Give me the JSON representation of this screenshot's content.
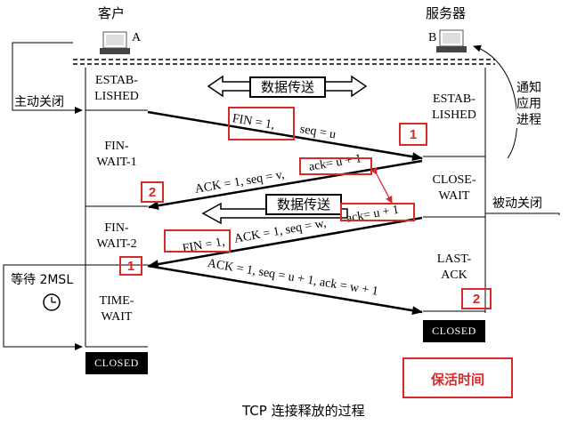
{
  "header": {
    "client_label": "客户",
    "server_label": "服务器",
    "client_id": "A",
    "server_id": "B"
  },
  "client_states": {
    "established": "ESTAB-\nLISHED",
    "fin_wait_1": "FIN-\nWAIT-1",
    "fin_wait_2": "FIN-\nWAIT-2",
    "time_wait": "TIME-\nWAIT",
    "closed": "CLOSED"
  },
  "server_states": {
    "established": "ESTAB-\nLISHED",
    "close_wait": "CLOSE-\nWAIT",
    "last_ack": "LAST-\nACK",
    "closed": "CLOSED"
  },
  "side_labels": {
    "active_close": "主动关闭",
    "passive_close": "被动关闭",
    "notify_app": "通知\n应用\n进程",
    "wait_2msl": "等待 2MSL"
  },
  "data_transfer": {
    "top": "数据传送",
    "middle": "数据传送"
  },
  "messages": {
    "fin1_part1": "FIN = 1,",
    "fin1_part2": "seq = u",
    "ack1_part1": "ACK = 1, seq = v,",
    "ack1_part2": "ack= u + 1",
    "fin2_part1": "FIN = 1,",
    "fin2_part2": "ACK = 1, seq = w,",
    "fin2_part3": "ack= u + 1",
    "ack2": "ACK = 1, seq = u + 1, ack = w + 1"
  },
  "annotations": {
    "n1_server": "1",
    "n2_client": "2",
    "n1_client": "1",
    "n2_server": "2",
    "keepalive": "保活时间"
  },
  "caption": "TCP 连接释放的过程",
  "colors": {
    "annotation_red": "#d62a2a",
    "line_black": "#000000"
  }
}
